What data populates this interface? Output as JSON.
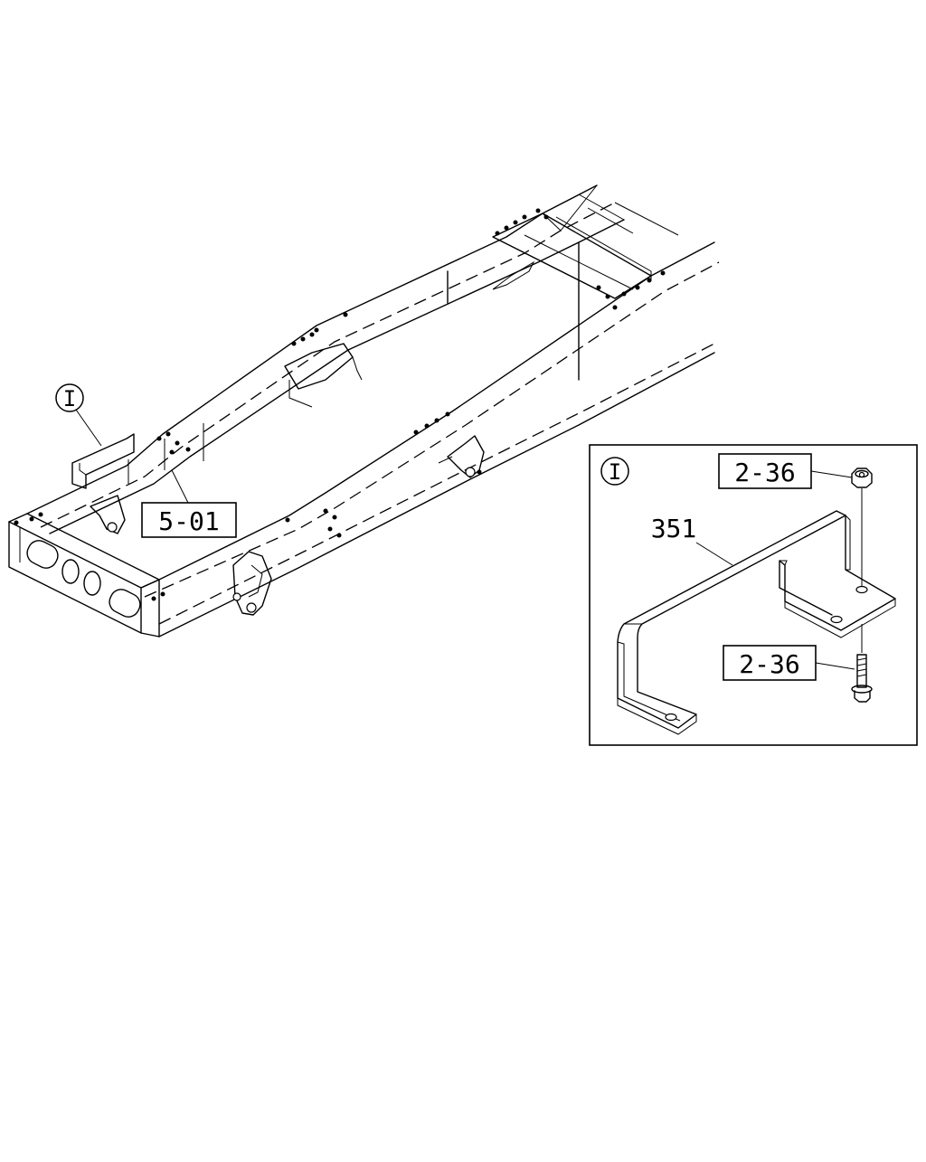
{
  "callouts": {
    "detail_marker_main": "I",
    "detail_marker_inset": "I",
    "ref_frame": "5-01",
    "ref_nut": "2-36",
    "ref_bolt": "2-36",
    "part_bracket": "351"
  }
}
